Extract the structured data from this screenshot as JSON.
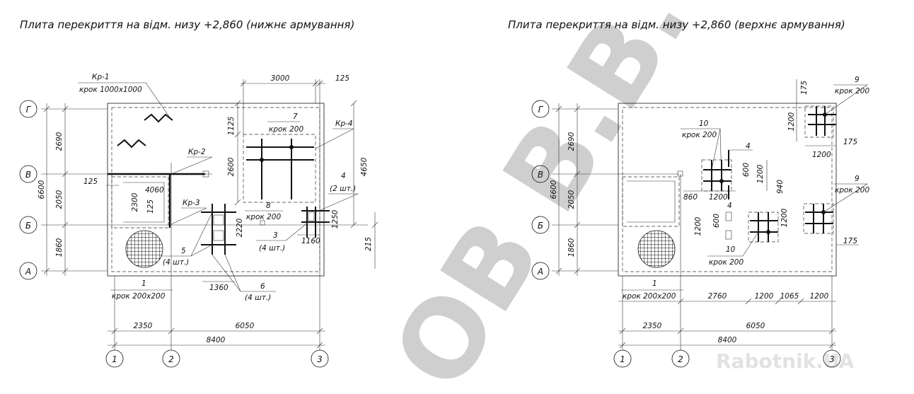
{
  "titles": {
    "left": "Плита перекриття на відм. низу +2,860 (нижнє армування)",
    "right": "Плита перекриття на відм. низу +2,860 (верхнє армування)"
  },
  "axes": {
    "rows": [
      "Г",
      "В",
      "Б",
      "А"
    ],
    "cols": [
      "1",
      "2",
      "3"
    ]
  },
  "left_plan": {
    "dims": {
      "r_2690": "2690",
      "r_2050": "2050",
      "r_1860": "1860",
      "r_6600": "6600",
      "b_2350": "2350",
      "b_6050": "6050",
      "b_8400": "8400",
      "b_1360": "1360",
      "t_3000": "3000",
      "t_125": "125",
      "v_1125": "1125",
      "v_2600": "2600",
      "v_4650": "4650",
      "v_2220": "2220",
      "v_1250": "1250",
      "v_215": "215",
      "d_1160": "1160",
      "d_4060": "4060",
      "d_2300": "2300",
      "d_125a": "125",
      "d_125b": "125"
    },
    "labels": {
      "kr1": "Кр-1",
      "kr1_step": "крок 1000х1000",
      "kr2": "Кр-2",
      "kr3": "Кр-3",
      "kr4": "Кр-4",
      "m7": "7",
      "m7_step": "крок 200",
      "m8": "8",
      "m8_step": "крок 200",
      "m4": "4",
      "m4_qty": "(2 шт.)",
      "m3": "3",
      "m3_qty": "(4 шт.)",
      "m5": "5",
      "m5_qty": "(4 шт.)",
      "m6": "6",
      "m6_qty": "(4 шт.)",
      "m1": "1",
      "m1_step": "крок 200х200"
    }
  },
  "right_plan": {
    "dims": {
      "r_2690": "2690",
      "r_2050": "2050",
      "r_1860": "1860",
      "r_6600": "6600",
      "b_2350": "2350",
      "b_6050": "6050",
      "b_8400": "8400",
      "b_2760": "2760",
      "b_1200a": "1200",
      "b_1065": "1065",
      "b_1200b": "1200",
      "v_175a": "175",
      "v_1200a": "1200",
      "h_1200a": "1200",
      "h_175b": "175",
      "h_860": "860",
      "h_1200b": "1200",
      "v_600a": "600",
      "v_1200b": "1200",
      "v_940": "940",
      "v_1200c": "1200",
      "v_600b": "600",
      "v_1200d": "1200",
      "h_175c": "175"
    },
    "labels": {
      "m9a": "9",
      "m9a_step": "крок 200",
      "m10a": "10",
      "m10a_step": "крок 200",
      "m4a": "4",
      "m9b": "9",
      "m9b_step": "крок 200",
      "m4b": "4",
      "m10b": "10",
      "m10b_step": "крок 200",
      "m1": "1",
      "m1_step": "крок 200х200"
    }
  },
  "watermark": {
    "main": "ОВ В.В.",
    "site": "Rabotnik.UA"
  },
  "colors": {
    "ink": "#111111",
    "watermark": "#cfcfcf"
  }
}
